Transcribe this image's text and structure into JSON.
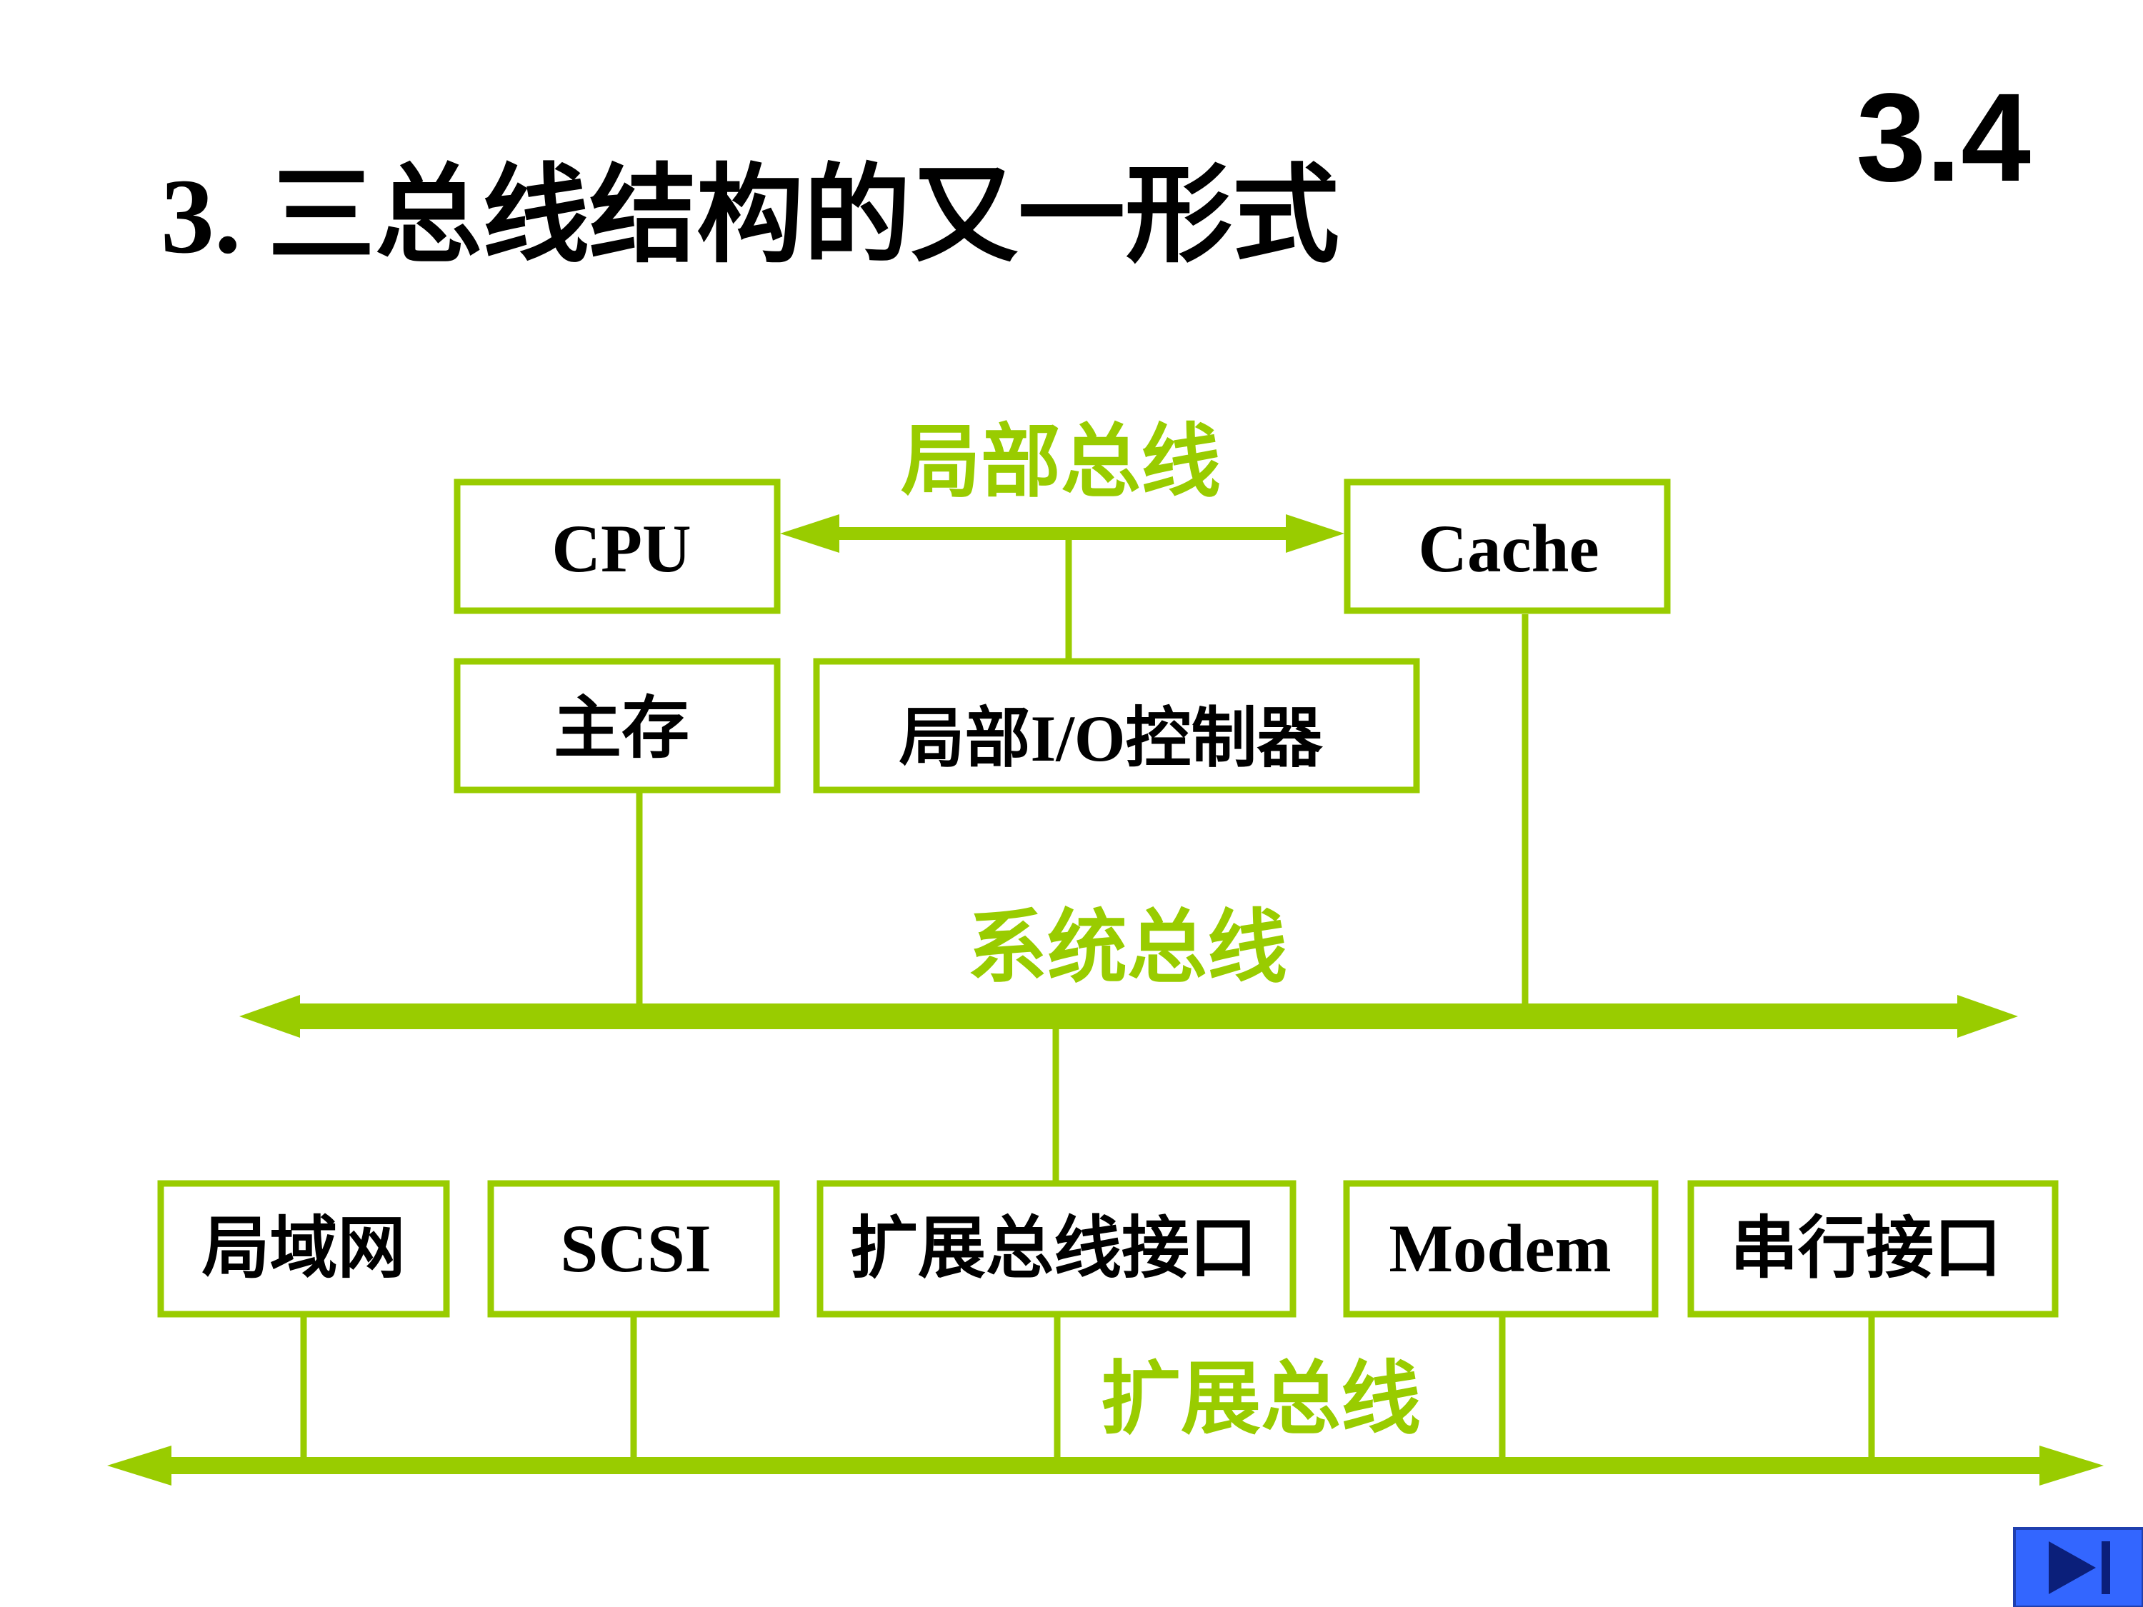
{
  "slide": {
    "section_number": "3.4",
    "title": "3. 三总线结构的又一形式"
  },
  "buses": {
    "local": "局部总线",
    "system": "系统总线",
    "expansion": "扩展总线"
  },
  "components": {
    "cpu": "CPU",
    "cache": "Cache",
    "main_memory": "主存",
    "local_io": "局部I/O控制器",
    "lan": "局域网",
    "scsi": "SCSI",
    "expansion_interface": "扩展总线接口",
    "modem": "Modem",
    "serial_interface": "串行接口"
  },
  "colors": {
    "bus_green": "#99cc00",
    "text_black": "#000000",
    "nav_blue": "#3366ff"
  },
  "nav": {
    "next_icon": "skip-to-end-icon"
  }
}
